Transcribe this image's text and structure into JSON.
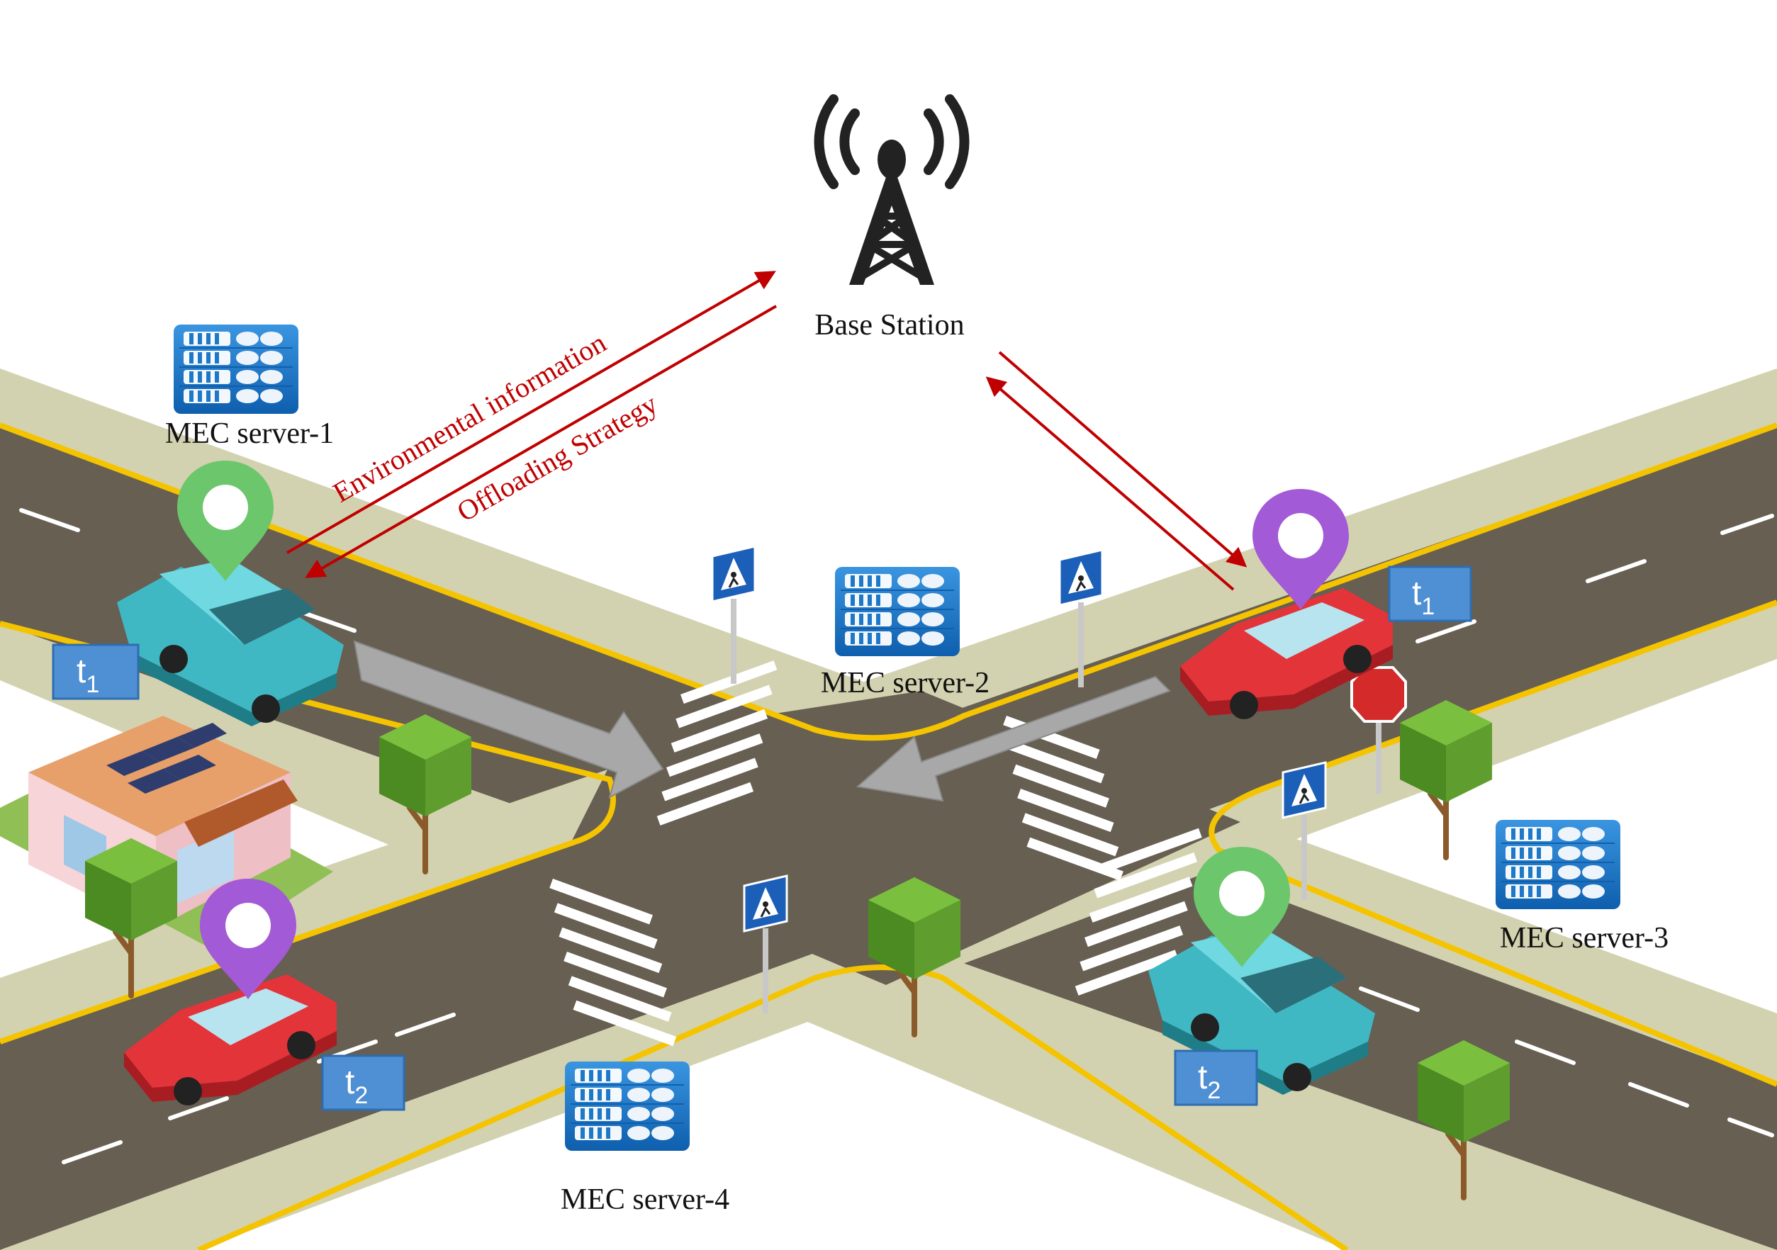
{
  "base_station": {
    "label": "Base Station"
  },
  "servers": [
    {
      "label": "MEC server-1"
    },
    {
      "label": "MEC server-2"
    },
    {
      "label": "MEC server-3"
    },
    {
      "label": "MEC server-4"
    }
  ],
  "arrows": {
    "environmental": "Environmental information",
    "offloading": "Offloading Strategy"
  },
  "time_tags": {
    "t1_left": {
      "base": "t",
      "sub": "1"
    },
    "t1_right": {
      "base": "t",
      "sub": "1"
    },
    "t2_left": {
      "base": "t",
      "sub": "2"
    },
    "t2_right": {
      "base": "t",
      "sub": "2"
    }
  },
  "colors": {
    "road": "#675f52",
    "sidewalk": "#d3d2b0",
    "curb": "#f5c400",
    "link_arrow": "#c00000",
    "pin_green": "#6cc66c",
    "pin_purple": "#a35ad6",
    "car_cyan": "#4cc4cf",
    "car_red": "#e3343a",
    "tag_blue": "#4f8fd4",
    "server_blue": "#1e78c8",
    "tower": "#222222"
  }
}
